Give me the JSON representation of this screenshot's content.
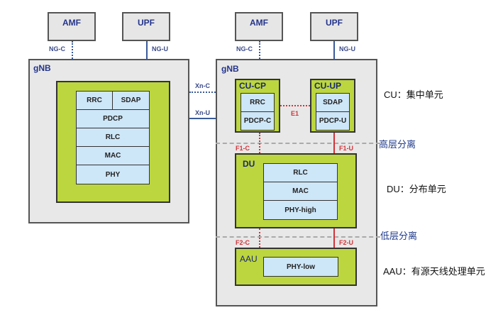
{
  "left": {
    "amf": "AMF",
    "upf": "UPF",
    "ng_c": "NG-C",
    "ng_u": "NG-U",
    "gnb": "gNB",
    "stack": {
      "rrc": "RRC",
      "sdap": "SDAP",
      "pdcp": "PDCP",
      "rlc": "RLC",
      "mac": "MAC",
      "phy": "PHY"
    }
  },
  "xn": {
    "c": "Xn-C",
    "u": "Xn-U"
  },
  "right": {
    "amf": "AMF",
    "upf": "UPF",
    "ng_c": "NG-C",
    "ng_u": "NG-U",
    "gnb": "gNB",
    "cu_cp": {
      "title": "CU-CP",
      "rrc": "RRC",
      "pdcp": "PDCP-C"
    },
    "cu_up": {
      "title": "CU-UP",
      "sdap": "SDAP",
      "pdcp": "PDCP-U"
    },
    "e1": "E1",
    "f1_c": "F1-C",
    "f1_u": "F1-U",
    "du": {
      "title": "DU",
      "rlc": "RLC",
      "mac": "MAC",
      "phy": "PHY-high"
    },
    "f2_c": "F2-C",
    "f2_u": "F2-U",
    "aau": {
      "title": "AAU",
      "phy": "PHY-low"
    }
  },
  "annotations": {
    "cu": "CU：集中单元",
    "high_split": "高层分离",
    "du": "DU：分布单元",
    "low_split": "低层分离",
    "aau": "AAU：有源天线处理单元"
  },
  "colors": {
    "green": "#bcd63f",
    "cell": "#cde6f8",
    "gnb_bg": "#e8e8e8",
    "red": "#d0343a",
    "blue_text": "#24348c"
  }
}
